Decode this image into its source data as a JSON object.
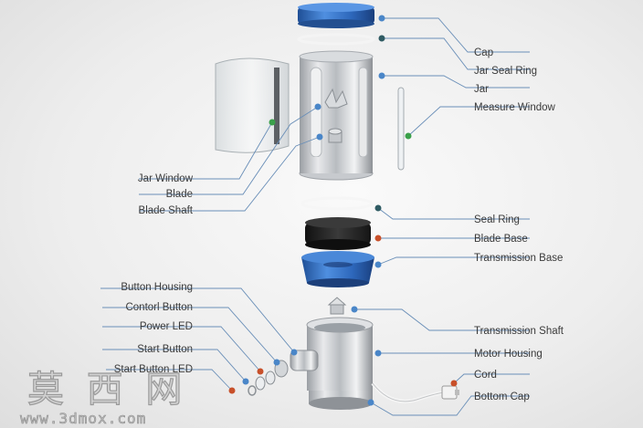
{
  "labels": {
    "cap": "Cap",
    "jar_seal_ring": "Jar  Seal Ring",
    "jar": "Jar",
    "measure_window": "Measure  Window",
    "jar_window": "Jar Window",
    "blade": "Blade",
    "blade_shaft": "Blade Shaft",
    "seal_ring": "Seal Ring",
    "blade_base": "Blade Base",
    "transmission_base": "Transmission Base",
    "button_housing": "Button Housing",
    "control_button": "Contorl Button",
    "power_led": "Power LED",
    "start_button": "Start Button",
    "start_button_led": "Start Button LED",
    "transmission_shaft": "Transmission  Shaft",
    "motor_housing": "Motor Housing",
    "cord": "Cord",
    "bottom_cap": "Bottom Cap"
  },
  "watermark": {
    "text": "莫 西 网",
    "url": "www.3dmox.com"
  },
  "colors": {
    "blue_dot": "#4a86c8",
    "green_dot": "#3aa04a",
    "teal_dot": "#2f5b63",
    "orange_dot": "#c8502a",
    "leader_line": "#6a8fb8",
    "cap_blue": "#2f6fc4",
    "blade_base_black": "#222222"
  }
}
